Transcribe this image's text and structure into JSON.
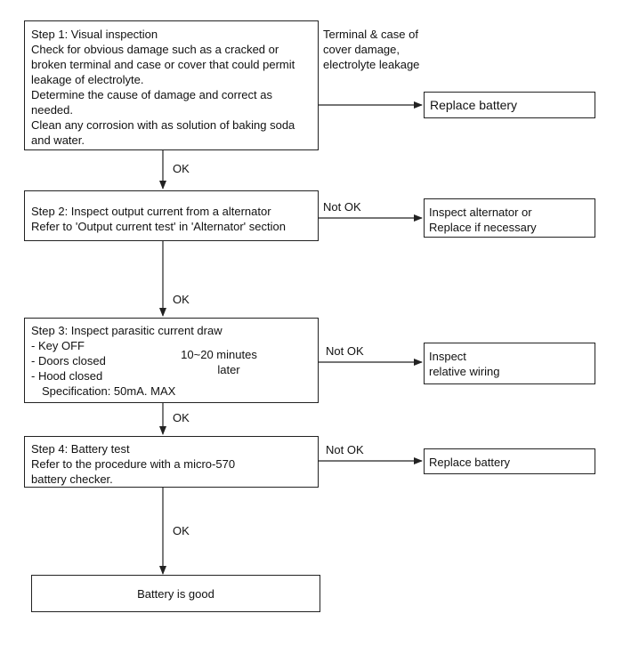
{
  "step1": {
    "lines": [
      "Step 1: Visual inspection",
      "Check for obvious damage such as a cracked or",
      "broken terminal and case or cover that could permit",
      "leakage of electrolyte.",
      "Determine the cause of damage and correct as",
      "needed.",
      "Clean any corrosion with as solution of baking soda",
      "and water."
    ],
    "condition_lines": [
      "Terminal  &  case of",
      "cover damage,",
      "electrolyte leakage"
    ],
    "result": "Replace battery",
    "ok_label": "OK"
  },
  "step2": {
    "lines": [
      "Step 2: Inspect output current from a alternator",
      "Refer to 'Output current test' in 'Alternator' section"
    ],
    "condition": "Not OK",
    "result_lines": [
      "Inspect alternator or",
      "Replace if necessary"
    ],
    "ok_label": "OK"
  },
  "step3": {
    "title": "Step 3: Inspect parasitic current draw",
    "items": [
      "- Key OFF",
      "- Doors closed",
      "- Hood closed"
    ],
    "timing_lines": [
      "10~20 minutes",
      "later"
    ],
    "spec": "Specification: 50mA. MAX",
    "condition": "Not OK",
    "result_lines": [
      "Inspect",
      "relative wiring"
    ],
    "ok_label": "OK"
  },
  "step4": {
    "lines": [
      "Step 4: Battery test",
      "Refer to the procedure with a micro-570",
      "battery checker."
    ],
    "condition": "Not OK",
    "result": "Replace battery",
    "ok_label": "OK"
  },
  "final": {
    "label": "Battery is good"
  }
}
